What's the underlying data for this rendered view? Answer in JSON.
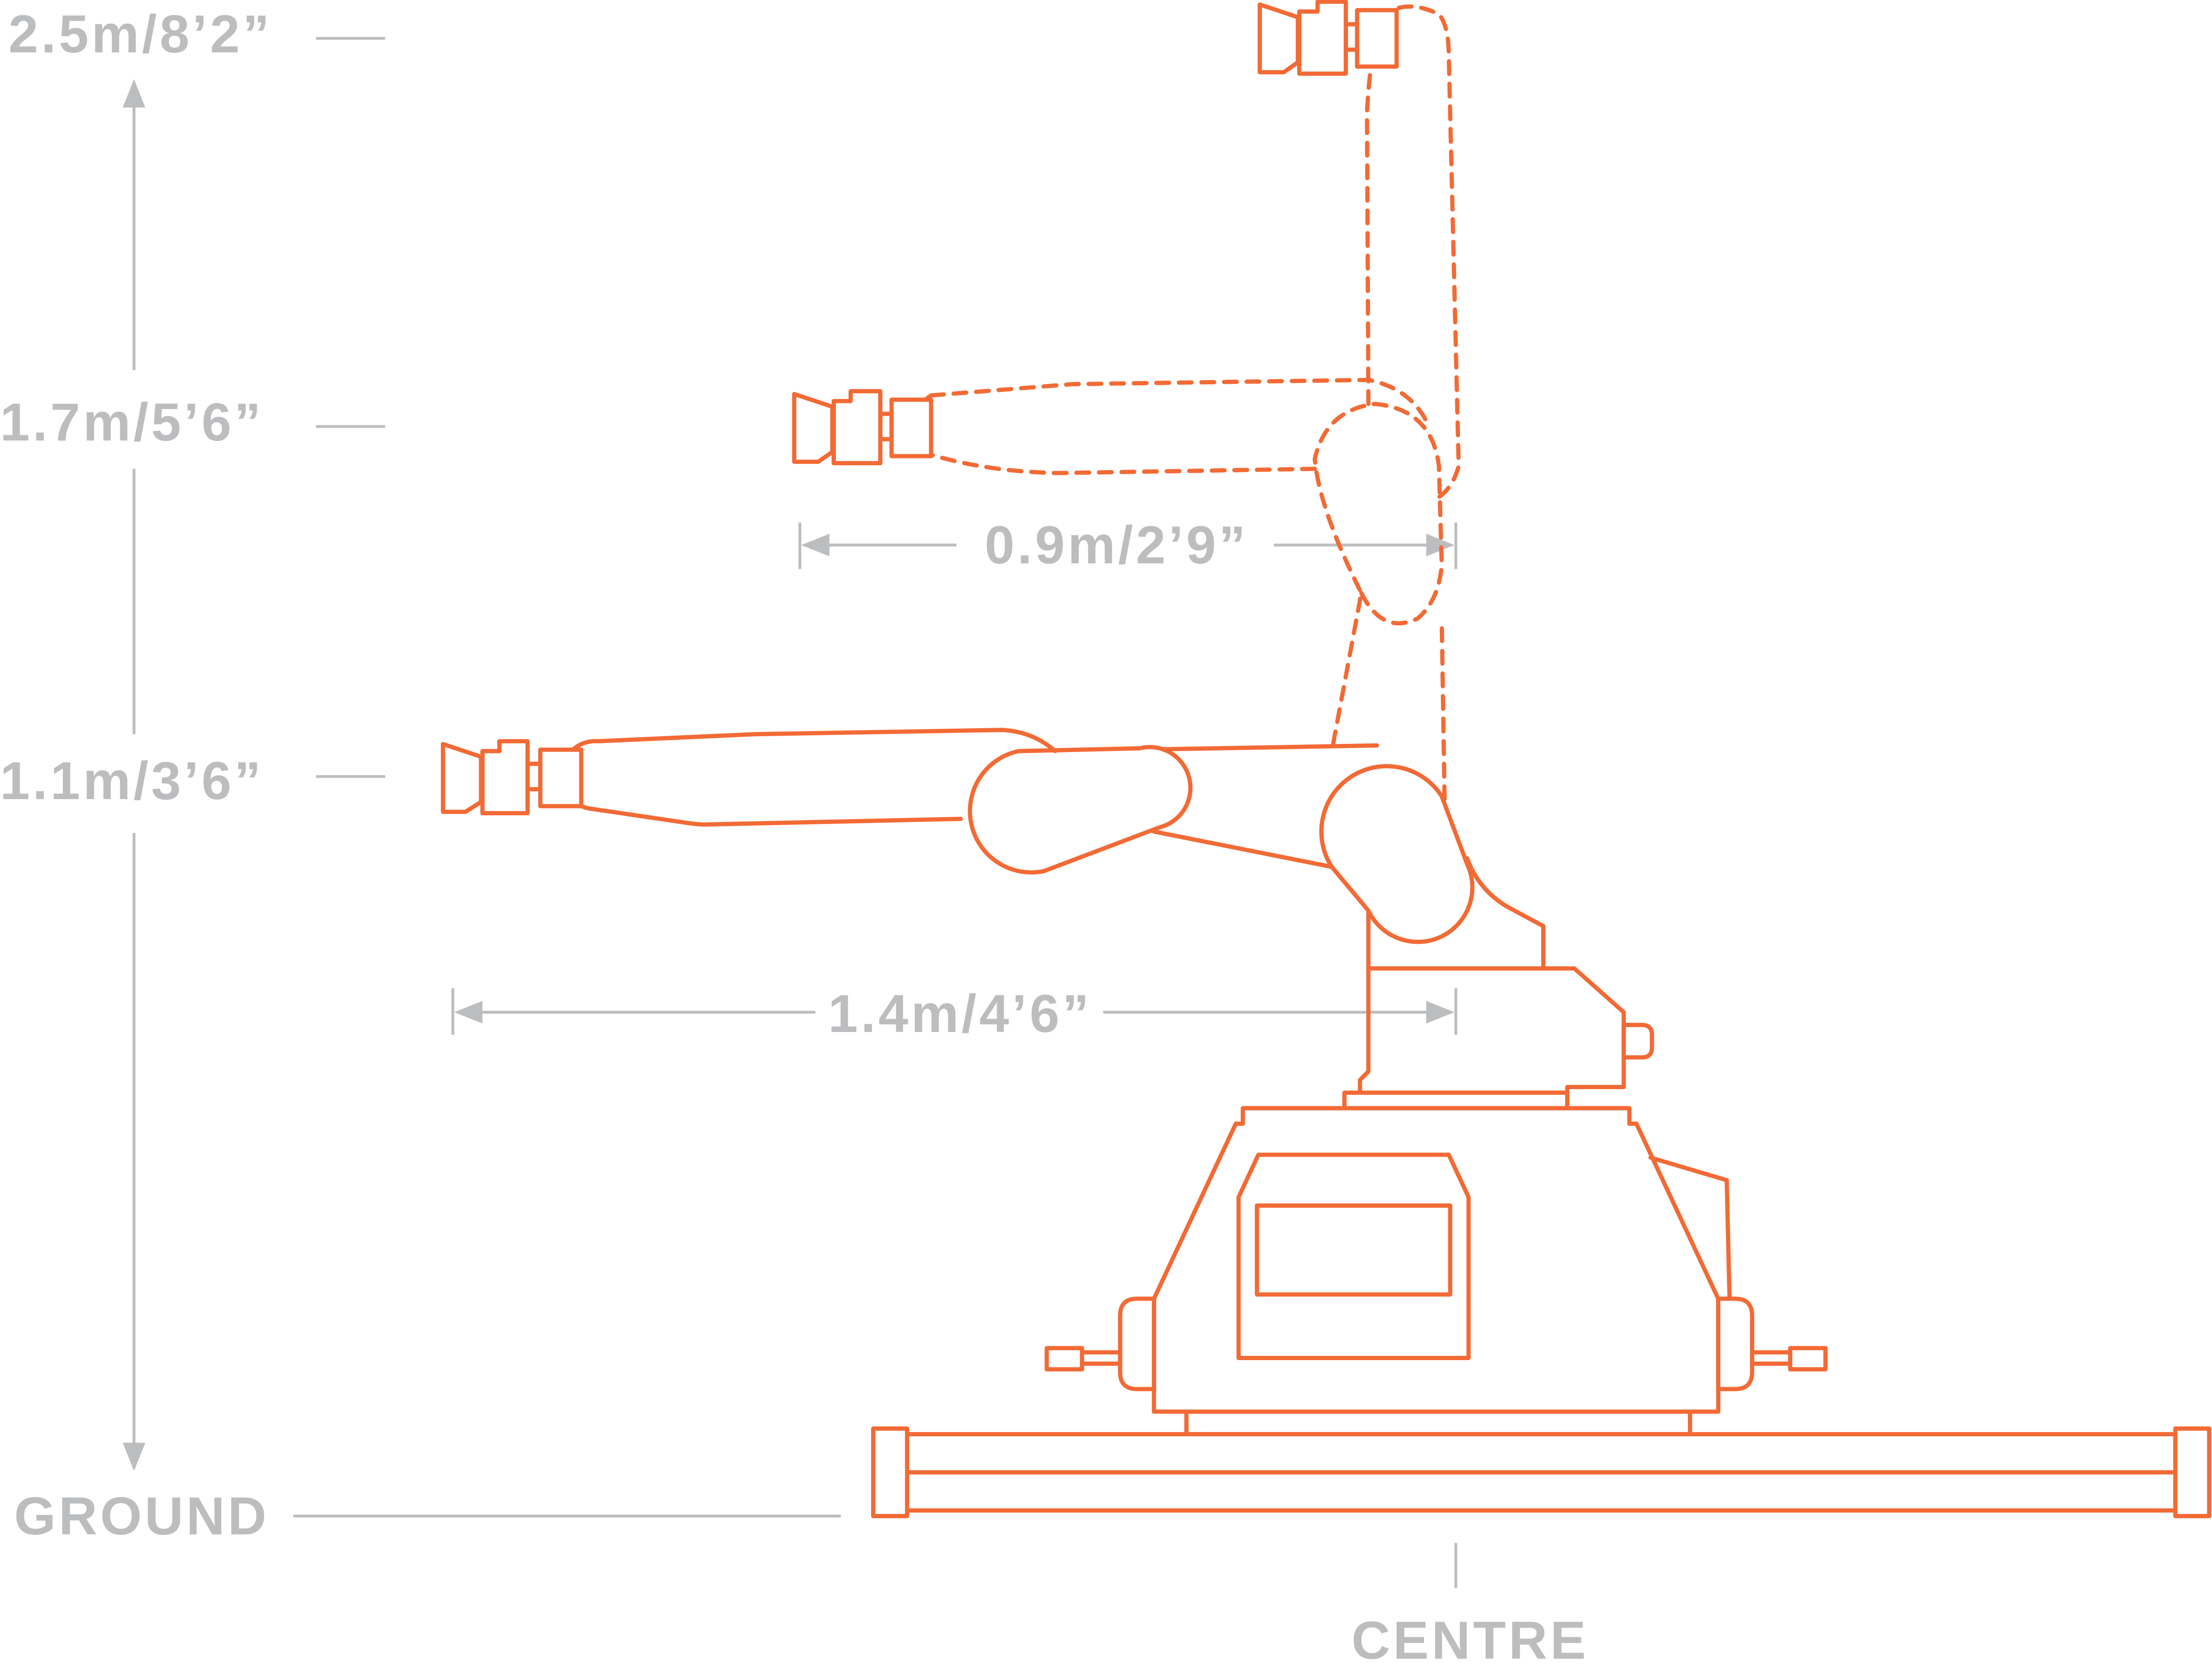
{
  "diagram": {
    "heights": {
      "h_2_5": "2.5m/8’2”",
      "h_1_7": "1.7m/5’6”",
      "h_1_1": "1.1m/3’6”",
      "ground": "GROUND"
    },
    "reaches": {
      "r_0_9": "0.9m/2’9”",
      "r_1_4": "1.4m/4’6”"
    },
    "centre": "CENTRE",
    "colors": {
      "robot": "#f26a35",
      "dimension": "#bcbdbf"
    }
  }
}
